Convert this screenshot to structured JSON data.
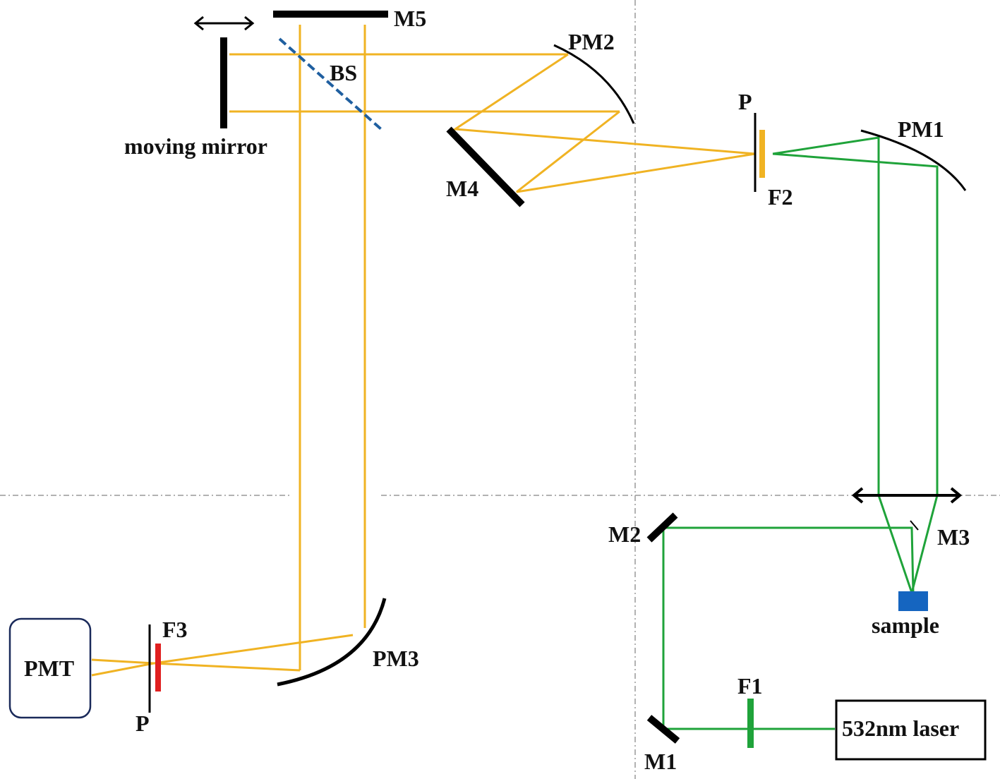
{
  "labels": {
    "m5": "M5",
    "pm2": "PM2",
    "bs": "BS",
    "moving_mirror": "moving mirror",
    "m4": "M4",
    "p_top": "P",
    "pm1": "PM1",
    "f2": "F2",
    "m2": "M2",
    "m3": "M3",
    "sample": "sample",
    "f1": "F1",
    "laser": "532nm laser",
    "m1": "M1",
    "pmt": "PMT",
    "f3": "F3",
    "p_bottom": "P",
    "pm3": "PM3"
  },
  "colors": {
    "infrared_beam": "#f0b323",
    "laser_beam": "#1fa33a",
    "beamsplitter": "#1f5fa0",
    "sample": "#1565c0",
    "filter_f2": "#f0b323",
    "filter_f3": "#e02020"
  }
}
